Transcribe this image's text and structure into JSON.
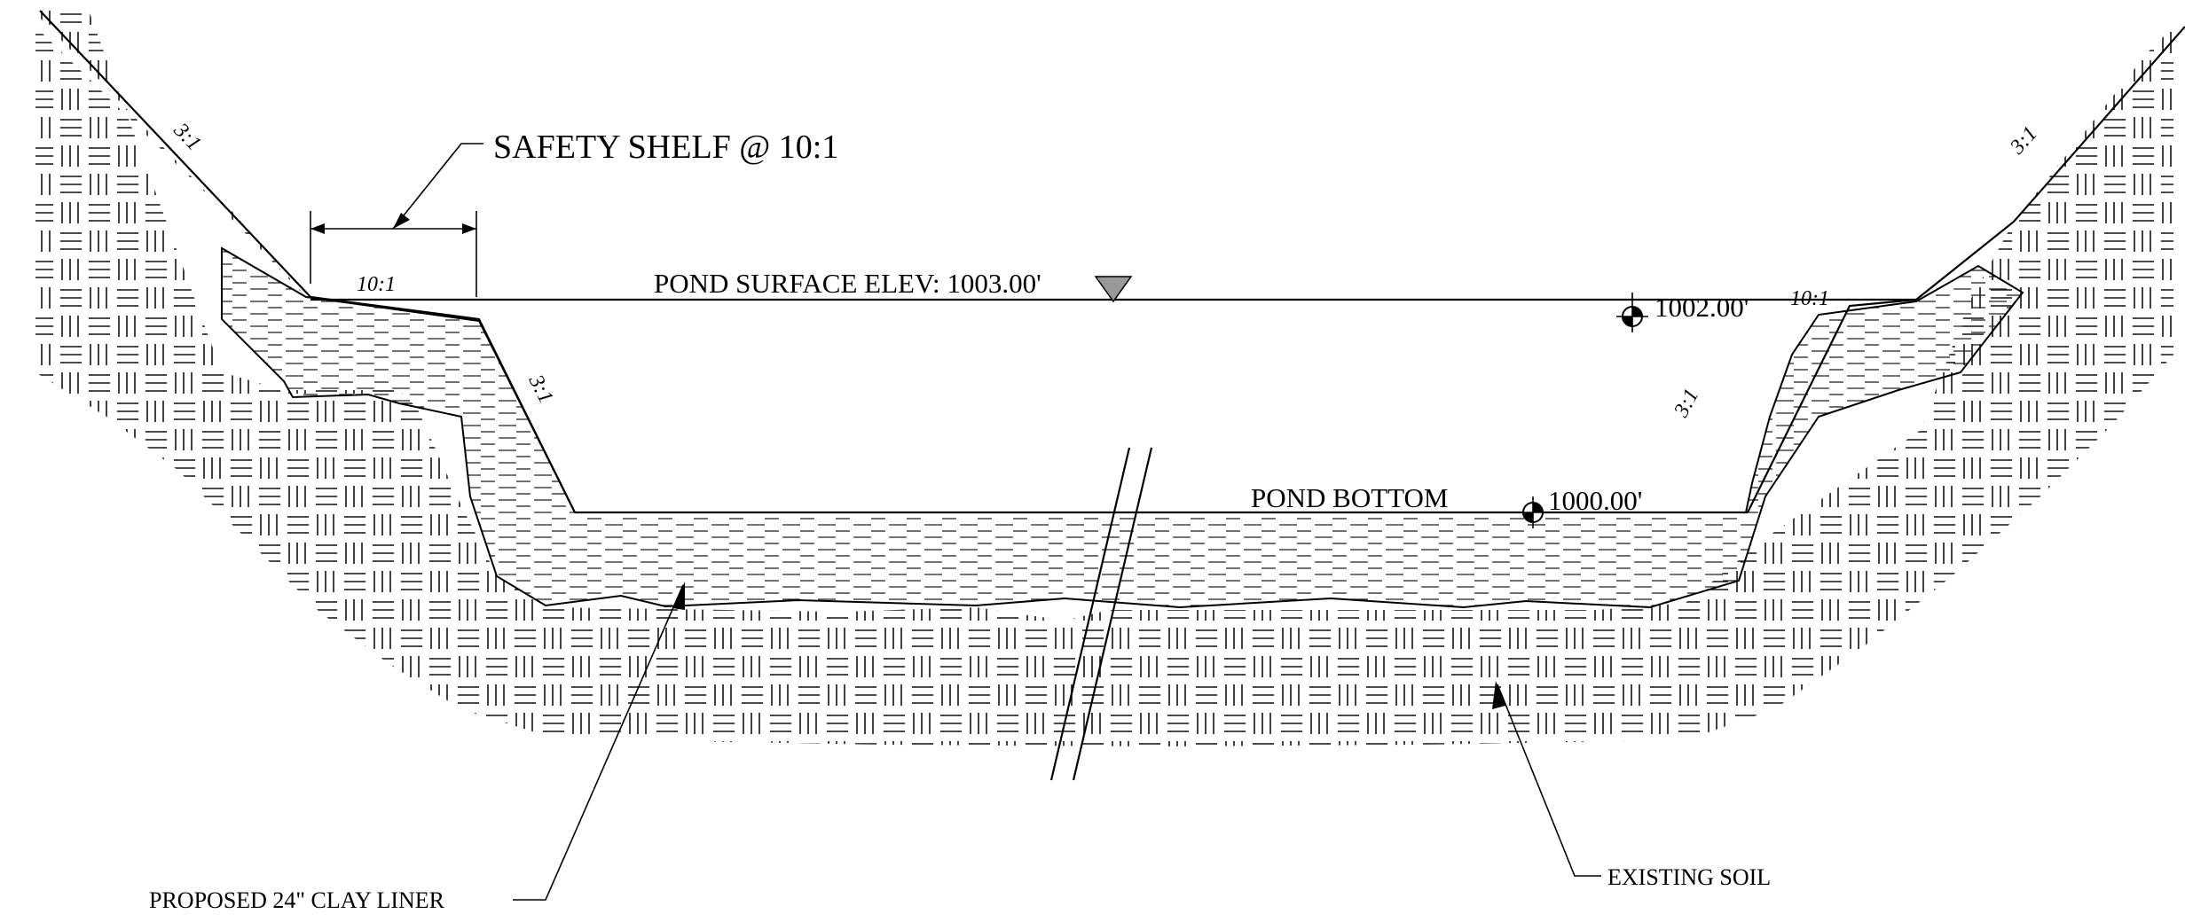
{
  "drawing": {
    "safety_shelf_label": "SAFETY SHELF @ 10:1",
    "pond_surface_label": "POND SURFACE ELEV: 1003.00'",
    "pond_bottom_label": "POND BOTTOM",
    "elev_bottom": "1000.00'",
    "elev_shelf": "1002.00'",
    "liner_label": "PROPOSED 24\" CLAY LINER",
    "soil_label": "EXISTING SOIL",
    "slopes": {
      "left_upper": "3:1",
      "left_shelf": "10:1",
      "left_lower": "3:1",
      "right_upper": "3:1",
      "right_shelf": "10:1",
      "right_lower": "3:1"
    }
  }
}
